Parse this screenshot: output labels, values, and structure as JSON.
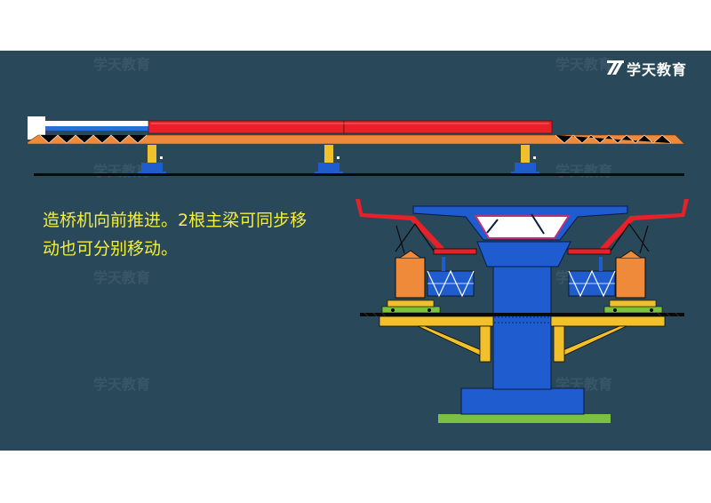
{
  "brand": {
    "logo_text": "学天教育",
    "watermark_text": "学天教育"
  },
  "caption": {
    "line1": "造桥机向前推进。2根主梁可同步移",
    "line2": "动也可分别移动。"
  },
  "colors": {
    "background": "#29495b",
    "caption_text": "#f6ee3c",
    "main_beam": "#e8202a",
    "truss": "#ef8a3a",
    "pier": "#1f5ccf",
    "bracket": "#f2c02b",
    "ground": "#7cc242"
  }
}
